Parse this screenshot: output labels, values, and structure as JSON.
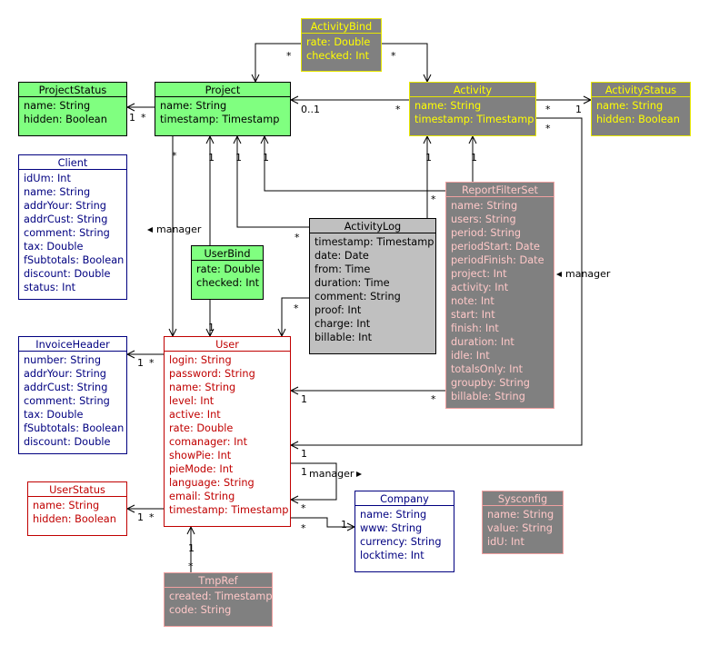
{
  "classes": {
    "activity_bind": {
      "name": "ActivityBind",
      "attrs": [
        "rate: Double",
        "checked: Int"
      ]
    },
    "project_status": {
      "name": "ProjectStatus",
      "attrs": [
        "name: String",
        "hidden: Boolean"
      ]
    },
    "project": {
      "name": "Project",
      "attrs": [
        "name: String",
        "timestamp: Timestamp"
      ]
    },
    "activity": {
      "name": "Activity",
      "attrs": [
        "name: String",
        "timestamp: Timestamp"
      ]
    },
    "activity_status": {
      "name": "ActivityStatus",
      "attrs": [
        "name: String",
        "hidden: Boolean"
      ]
    },
    "client": {
      "name": "Client",
      "attrs": [
        "idUm: Int",
        "name: String",
        "addrYour: String",
        "addrCust: String",
        "comment: String",
        "tax: Double",
        "fSubtotals: Boolean",
        "discount: Double",
        "status: Int"
      ]
    },
    "report_filter_set": {
      "name": "ReportFilterSet",
      "attrs": [
        "name: String",
        "users: String",
        "period: String",
        "periodStart: Date",
        "periodFinish: Date",
        "project: Int",
        "activity: Int",
        "note: Int",
        "start: Int",
        "finish: Int",
        "duration: Int",
        "idle: Int",
        "totalsOnly: Int",
        "groupby: String",
        "billable: String"
      ]
    },
    "activity_log": {
      "name": "ActivityLog",
      "attrs": [
        "timestamp: Timestamp",
        "date: Date",
        "from: Time",
        "duration: Time",
        "comment: String",
        "proof: Int",
        "charge: Int",
        "billable: Int"
      ]
    },
    "user_bind": {
      "name": "UserBind",
      "attrs": [
        "rate: Double",
        "checked: Int"
      ]
    },
    "invoice_header": {
      "name": "InvoiceHeader",
      "attrs": [
        "number: String",
        "addrYour: String",
        "addrCust: String",
        "comment: String",
        "tax: Double",
        "fSubtotals: Boolean",
        "discount: Double"
      ]
    },
    "user": {
      "name": "User",
      "attrs": [
        "login: String",
        "password: String",
        "name: String",
        "level: Int",
        "active: Int",
        "rate: Double",
        "comanager: Int",
        "showPie: Int",
        "pieMode: Int",
        "language: String",
        "email: String",
        "timestamp: Timestamp"
      ]
    },
    "user_status": {
      "name": "UserStatus",
      "attrs": [
        "name: String",
        "hidden: Boolean"
      ]
    },
    "company": {
      "name": "Company",
      "attrs": [
        "name: String",
        "www: String",
        "currency: String",
        "locktime: Int"
      ]
    },
    "sysconfig": {
      "name": "Sysconfig",
      "attrs": [
        "name: String",
        "value: String",
        "idU: Int"
      ]
    },
    "tmp_ref": {
      "name": "TmpRef",
      "attrs": [
        "created: Timestamp",
        "code: String"
      ]
    }
  },
  "labels": {
    "ab_star_left": "*",
    "ab_star_right": "*",
    "ps_one": "1",
    "ps_star": "*",
    "proj_zero_one": "0..1",
    "act_star_left": "*",
    "as_star": "*",
    "as_one": "1",
    "act_star_mgr": "*",
    "proj_star_user": "*",
    "proj_one_ub": "1",
    "proj_one_al": "1",
    "proj_one_rfs": "1",
    "act_one_al": "1",
    "act_one_rfs": "1",
    "rfs_star_act": "*",
    "manager_left": "manager",
    "manager_right": "manager",
    "al_star_proj": "*",
    "al_star_user": "*",
    "ub_one": "1",
    "ih_one": "1",
    "ih_star": "*",
    "rfs_user_one": "1",
    "rfs_user_star": "*",
    "mgr_user_one": "1",
    "self_one": "1",
    "self_manager": "manager",
    "us_one": "1",
    "us_star": "*",
    "co_star_top": "*",
    "co_star": "*",
    "co_one": "1",
    "tmp_one": "1",
    "tmp_star": "*"
  },
  "colors": {
    "green_fill": "#80ff80",
    "yellow_text": "#ffff00",
    "gray_fill": "#808080",
    "blue_text": "#000080",
    "red_text": "#c00000",
    "pink_text": "#ffc8c8",
    "light_gray_fill": "#c0c0c0"
  }
}
